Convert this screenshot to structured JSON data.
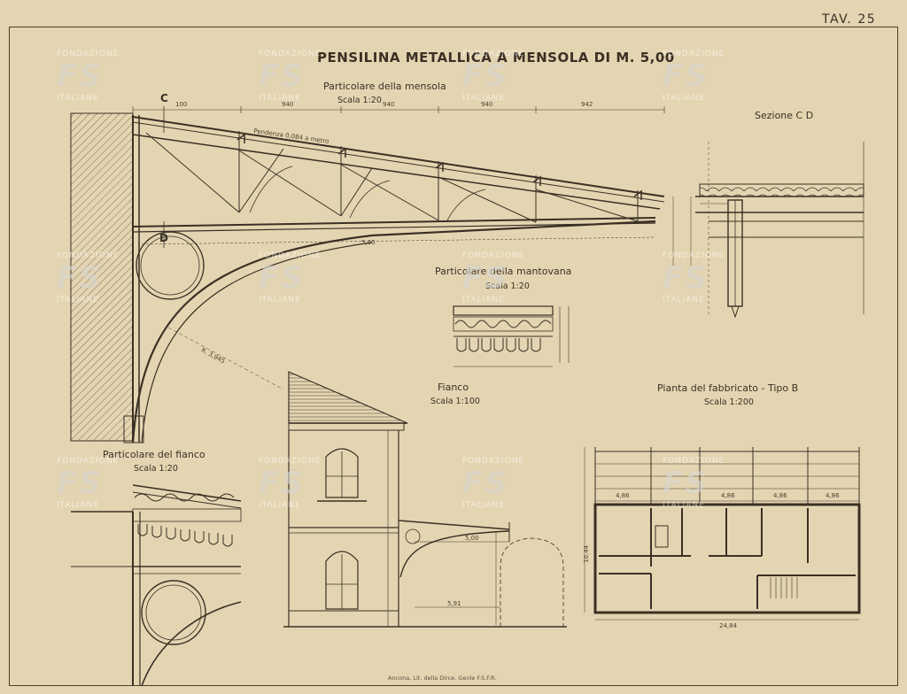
{
  "sheet": {
    "plate_number": "TAV. 25",
    "title": "PENSILINA METALLICA A MENSOLA DI M. 5,00",
    "imprint": "Ancona, Lit. della Dirce. Genle F.S.F.R."
  },
  "views": {
    "bracket": {
      "heading": "Particolare della mensola",
      "scale": "Scala 1:20",
      "marker_c": "C",
      "marker_d": "D"
    },
    "section": {
      "heading": "Sezione C D"
    },
    "valance": {
      "heading": "Particolare della mantovana",
      "scale": "Scala 1:20"
    },
    "side": {
      "heading": "Fianco",
      "scale": "Scala 1:100"
    },
    "side_detail": {
      "heading": "Particolare del fianco",
      "scale": "Scala 1:20"
    },
    "plan": {
      "heading": "Pianta del fabbricato - Tipo B",
      "scale": "Scala 1:200"
    }
  },
  "dimensions": {
    "bracket_top": [
      "940",
      "940",
      "940",
      "942"
    ],
    "bracket_first": "100",
    "roof_slope": "Pendenza 0,084 a metro",
    "bottom_span": "5,00",
    "bracket_radius": "R. 3,945",
    "plan_bays": [
      "4,86",
      "4,86",
      "4,86",
      "4,86"
    ],
    "plan_total": "24,84",
    "plan_depth": "10,44",
    "side_span": "5,00",
    "side_low": "5,91"
  },
  "watermark": {
    "logo": "FS",
    "top_text": "FONDAZIONE",
    "bottom_text": "ITALIANE"
  },
  "colors": {
    "paper": "#e4d5b2",
    "ink": "#3a3024",
    "wall_hatch": "#7a6a52"
  }
}
